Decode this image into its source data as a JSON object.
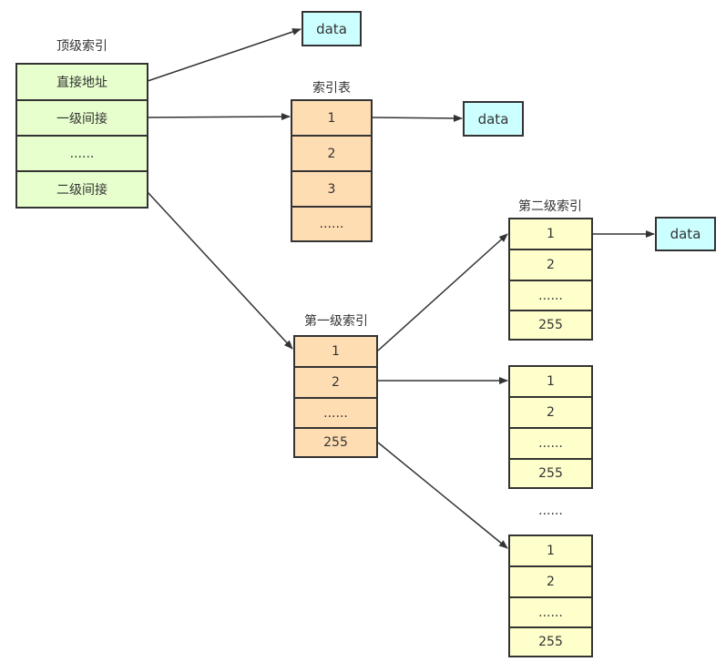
{
  "colors": {
    "top_index_fill": "#e6ffcc",
    "index_table_fill": "#ffddb3",
    "second_level_fill": "#ffffcc",
    "data_fill": "#ccffff",
    "stroke": "#333333"
  },
  "top_index": {
    "title": "顶级索引",
    "cells": [
      "直接地址",
      "一级间接",
      "......",
      "二级间接"
    ]
  },
  "index_table": {
    "title": "索引表",
    "cells": [
      "1",
      "2",
      "3",
      "......"
    ]
  },
  "first_level": {
    "title": "第一级索引",
    "cells": [
      "1",
      "2",
      "......",
      "255"
    ]
  },
  "second_level": {
    "title": "第二级索引",
    "tables": [
      {
        "cells": [
          "1",
          "2",
          "......",
          "255"
        ]
      },
      {
        "cells": [
          "1",
          "2",
          "......",
          "255"
        ]
      },
      {
        "cells": [
          "1",
          "2",
          "......",
          "255"
        ]
      }
    ],
    "ellipsis": "......"
  },
  "data_boxes": [
    "data",
    "data",
    "data"
  ]
}
